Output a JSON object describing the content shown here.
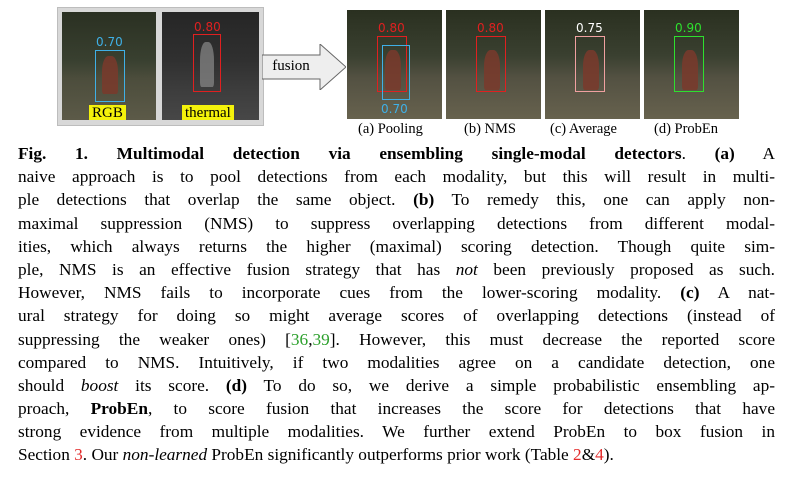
{
  "inputs": {
    "rgb": {
      "label": "RGB",
      "score": "0.70",
      "box_color": "#3fb0e6"
    },
    "thermal": {
      "label": "thermal",
      "score": "0.80",
      "box_color": "#e02020"
    }
  },
  "arrow": {
    "label": "fusion"
  },
  "panels": [
    {
      "label": "(a) Pooling",
      "scores": [
        "0.80",
        "0.70"
      ],
      "box_colors": [
        "#e02020",
        "#3fb0e6"
      ]
    },
    {
      "label": "(b) NMS",
      "scores": [
        "0.80"
      ],
      "box_colors": [
        "#e02020"
      ]
    },
    {
      "label": "(c) Average",
      "scores": [
        "0.75"
      ],
      "box_colors": [
        "#f0a0a0"
      ]
    },
    {
      "label": "(d) ProbEn",
      "scores": [
        "0.90"
      ],
      "box_colors": [
        "#2ee02e"
      ]
    }
  ],
  "caption": {
    "fig_label": "Fig. 1.",
    "title": "Multimodal detection via ensembling single-modal detectors",
    "lines": [
      [
        {
          "t": "Fig. 1. Multimodal detection via ensembling single-modal detectors",
          "s": "b"
        },
        {
          "t": ". "
        },
        {
          "t": "(a)",
          "s": "b"
        },
        {
          "t": " A"
        }
      ],
      [
        {
          "t": "naive approach is to pool detections from each modality, but this will result in multi-"
        }
      ],
      [
        {
          "t": "ple detections that overlap the same object. "
        },
        {
          "t": "(b)",
          "s": "b"
        },
        {
          "t": " To remedy this, one can apply non-"
        }
      ],
      [
        {
          "t": "maximal suppression (NMS) to suppress overlapping detections from different modal-"
        }
      ],
      [
        {
          "t": "ities, which always returns the higher (maximal) scoring detection. Though quite sim-"
        }
      ],
      [
        {
          "t": "ple, NMS is an effective fusion strategy that has "
        },
        {
          "t": "not",
          "s": "i"
        },
        {
          "t": " been previously proposed as such."
        }
      ],
      [
        {
          "t": "However, NMS fails to incorporate cues from the lower-scoring modality. "
        },
        {
          "t": "(c)",
          "s": "b"
        },
        {
          "t": " A nat-"
        }
      ],
      [
        {
          "t": "ural strategy for doing so might average scores of overlapping detections (instead of"
        }
      ],
      [
        {
          "t": "suppressing the weaker ones) ["
        },
        {
          "t": "36",
          "s": "cite"
        },
        {
          "t": ","
        },
        {
          "t": "39",
          "s": "cite"
        },
        {
          "t": "]. However, this must decrease the reported score"
        }
      ],
      [
        {
          "t": "compared to NMS. Intuitively, if two modalities agree on a candidate detection, one"
        }
      ],
      [
        {
          "t": "should "
        },
        {
          "t": "boost",
          "s": "i"
        },
        {
          "t": " its score. "
        },
        {
          "t": "(d)",
          "s": "b"
        },
        {
          "t": " To do so, we derive a simple probabilistic ensembling ap-"
        }
      ],
      [
        {
          "t": "proach, "
        },
        {
          "t": "ProbEn",
          "s": "b"
        },
        {
          "t": ", to score fusion that increases the score for detections that have"
        }
      ],
      [
        {
          "t": "strong evidence from multiple modalities. We further extend ProbEn to box fusion in"
        }
      ],
      [
        {
          "t": "Section "
        },
        {
          "t": "3",
          "s": "ref"
        },
        {
          "t": ". Our "
        },
        {
          "t": "non-learned",
          "s": "i"
        },
        {
          "t": " ProbEn significantly outperforms prior work (Table "
        },
        {
          "t": "2",
          "s": "ref"
        },
        {
          "t": "&"
        },
        {
          "t": "4",
          "s": "ref"
        },
        {
          "t": ")."
        }
      ]
    ]
  }
}
